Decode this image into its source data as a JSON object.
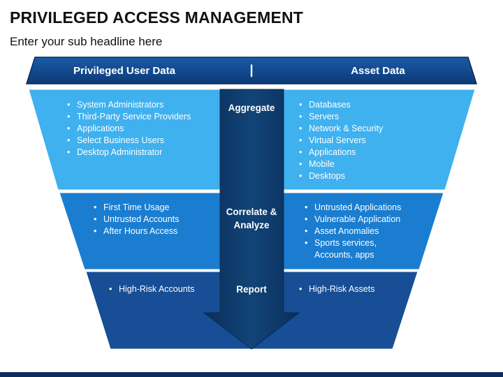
{
  "title": "PRIVILEGED ACCESS MANAGEMENT",
  "subtitle": "Enter your sub headline here",
  "header": {
    "left": "Privileged User Data",
    "divider": "|",
    "right": "Asset Data"
  },
  "stages": [
    {
      "label": "Aggregate",
      "left_items": [
        "System Administrators",
        "Third-Party Service Providers",
        "Applications",
        "Select Business Users",
        "Desktop Administrator"
      ],
      "right_items": [
        "Databases",
        "Servers",
        "Network & Security",
        "Virtual Servers",
        "Applications",
        "Mobile",
        "Desktops"
      ]
    },
    {
      "label": "Correlate & Analyze",
      "left_items": [
        "First Time Usage",
        "Untrusted Accounts",
        "After Hours Access"
      ],
      "right_items": [
        "Untrusted Applications",
        "Vulnerable Application",
        "Asset Anomalies",
        "Sports services, Accounts, apps"
      ]
    },
    {
      "label": "Report",
      "left_items": [
        "High-Risk Accounts"
      ],
      "right_items": [
        "High-Risk Assets"
      ]
    }
  ],
  "colors": {
    "header": "#0e3f7e",
    "tier1": "#3fb1ef",
    "tier2": "#1a7dd0",
    "tier3": "#174e95",
    "arrow": "#0e3765"
  }
}
